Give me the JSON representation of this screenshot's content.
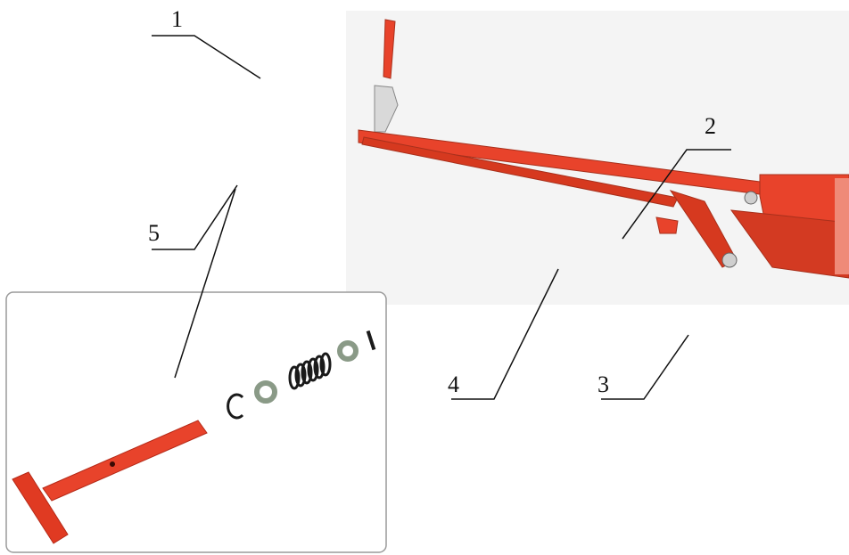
{
  "callouts": [
    {
      "id": "1",
      "label": "1"
    },
    {
      "id": "2",
      "label": "2"
    },
    {
      "id": "3",
      "label": "3"
    },
    {
      "id": "4",
      "label": "4"
    },
    {
      "id": "5",
      "label": "5"
    }
  ],
  "colors": {
    "part_red": "#e8432b",
    "part_red_dark": "#b52a18",
    "photo_bg": "#f3f3f3",
    "inset_border": "#9a9a9a",
    "leader_line": "#111111",
    "ring_gray": "#8a9a87",
    "spring_dark": "#1a1a1a"
  }
}
